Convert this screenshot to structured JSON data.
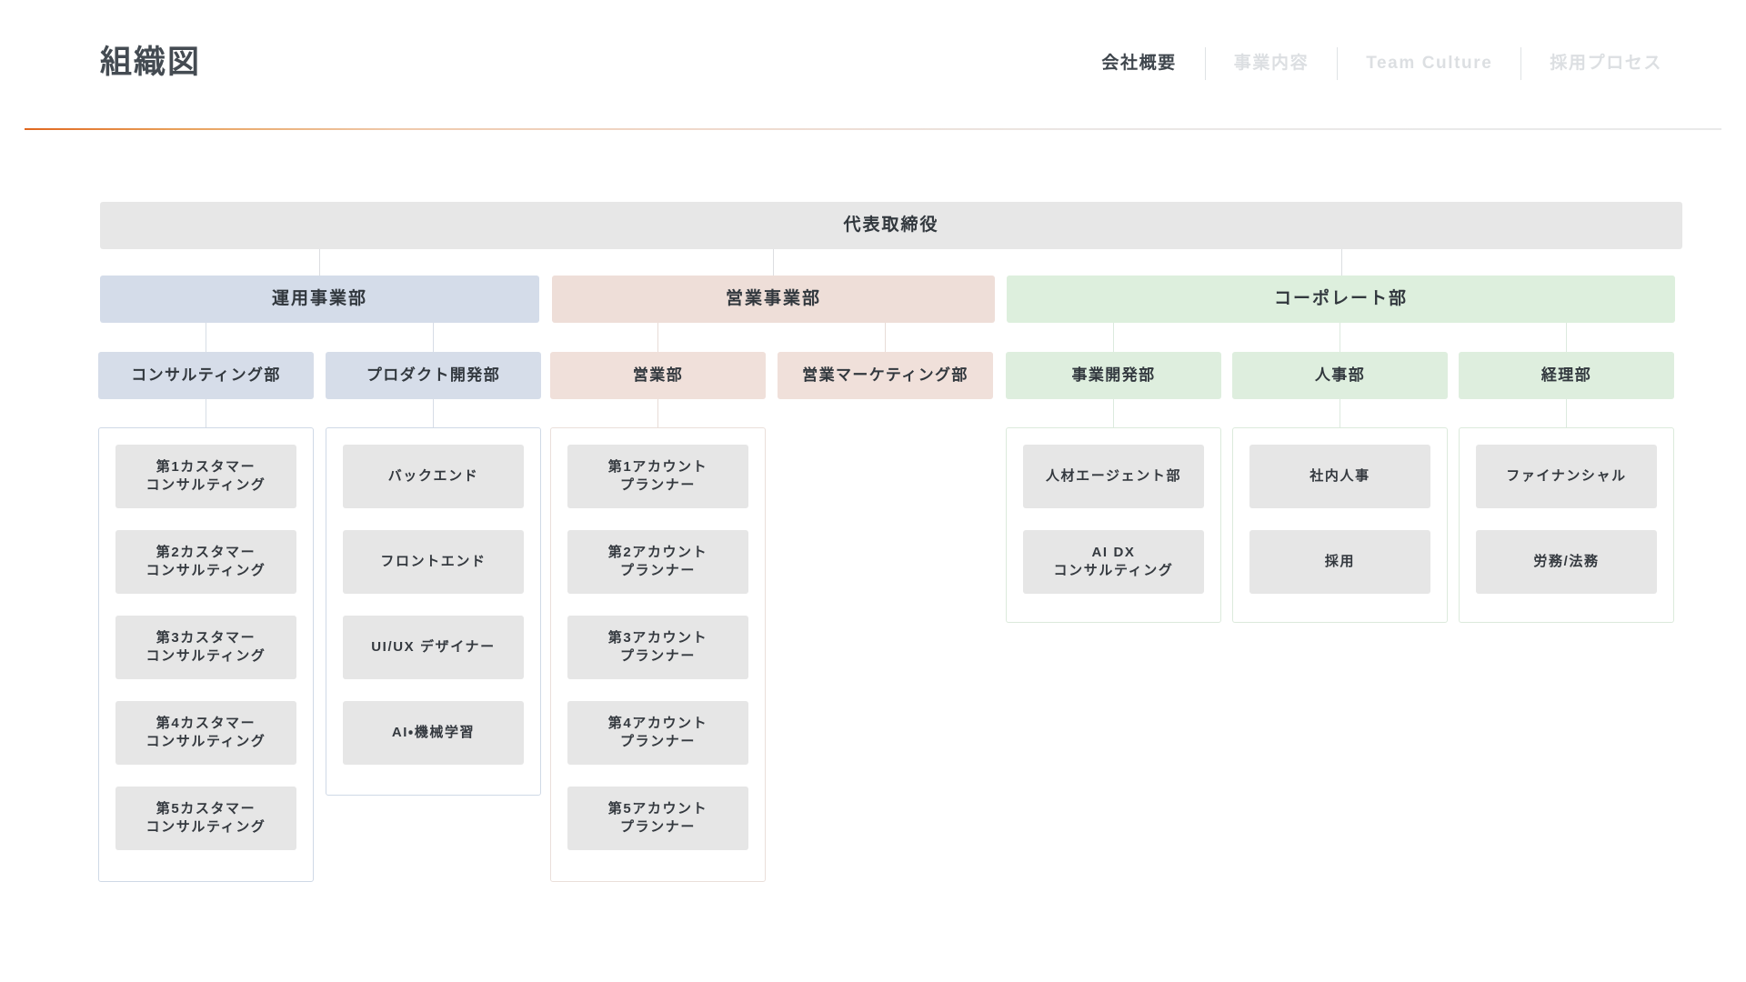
{
  "header": {
    "title": "組織図",
    "nav": [
      {
        "label": "会社概要",
        "active": true
      },
      {
        "label": "事業内容",
        "active": false
      },
      {
        "label": "Team Culture",
        "active": false
      },
      {
        "label": "採用プロセス",
        "active": false
      }
    ],
    "accent_color": "#e0661e",
    "rule_end_color": "#e9e9e9"
  },
  "chart_data": {
    "type": "diagram",
    "title": "組織図",
    "root": {
      "label": "代表取締役",
      "color": "#e7e7e7"
    },
    "divisions": [
      {
        "label": "運用事業部",
        "color": "#d4dce9",
        "departments": [
          {
            "label": "コンサルティング部",
            "color": "#d6dde9",
            "teams": [
              "第1カスタマー\nコンサルティング",
              "第2カスタマー\nコンサルティング",
              "第3カスタマー\nコンサルティング",
              "第4カスタマー\nコンサルティング",
              "第5カスタマー\nコンサルティング"
            ]
          },
          {
            "label": "プロダクト開発部",
            "color": "#d6dde9",
            "teams": [
              "バックエンド",
              "フロントエンド",
              "UI/UX デザイナー",
              "AI・機械学習"
            ]
          }
        ]
      },
      {
        "label": "営業事業部",
        "color": "#eeded8",
        "departments": [
          {
            "label": "営業部",
            "color": "#f0e0da",
            "teams": [
              "第1アカウント\nプランナー",
              "第2アカウント\nプランナー",
              "第3アカウント\nプランナー",
              "第4アカウント\nプランナー",
              "第5アカウント\nプランナー"
            ]
          },
          {
            "label": "営業マーケティング部",
            "color": "#f0e0da",
            "teams": []
          }
        ]
      },
      {
        "label": "コーポレート部",
        "color": "#ddefdd",
        "departments": [
          {
            "label": "事業開発部",
            "color": "#deeede",
            "teams": [
              "人材エージェント部",
              "AI DX\nコンサルティング"
            ]
          },
          {
            "label": "人事部",
            "color": "#deeede",
            "teams": [
              "社内人事",
              "採用"
            ]
          },
          {
            "label": "経理部",
            "color": "#deeede",
            "teams": [
              "ファイナンシャル",
              "労務/法務"
            ]
          }
        ]
      }
    ]
  },
  "nodes": {
    "ceo": "代表取締役",
    "div_operations": "運用事業部",
    "div_sales": "営業事業部",
    "div_corporate": "コーポレート部",
    "dept_consulting": "コンサルティング部",
    "dept_product": "プロダクト開発部",
    "dept_sales": "営業部",
    "dept_sales_marketing": "営業マーケティング部",
    "dept_bizdev": "事業開発部",
    "dept_hr": "人事部",
    "dept_accounting": "経理部",
    "cs1": "第1カスタマー\nコンサルティング",
    "cs2": "第2カスタマー\nコンサルティング",
    "cs3": "第3カスタマー\nコンサルティング",
    "cs4": "第4カスタマー\nコンサルティング",
    "cs5": "第5カスタマー\nコンサルティング",
    "pd1": "バックエンド",
    "pd2": "フロントエンド",
    "pd3": "UI/UX デザイナー",
    "pd4": "AI・機械学習",
    "ap1": "第1アカウント\nプランナー",
    "ap2": "第2アカウント\nプランナー",
    "ap3": "第3アカウント\nプランナー",
    "ap4": "第4アカウント\nプランナー",
    "ap5": "第5アカウント\nプランナー",
    "bd1": "人材エージェント部",
    "bd2": "AI DX\nコンサルティング",
    "hr1": "社内人事",
    "hr2": "採用",
    "ac1": "ファイナンシャル",
    "ac2": "労務/法務"
  }
}
